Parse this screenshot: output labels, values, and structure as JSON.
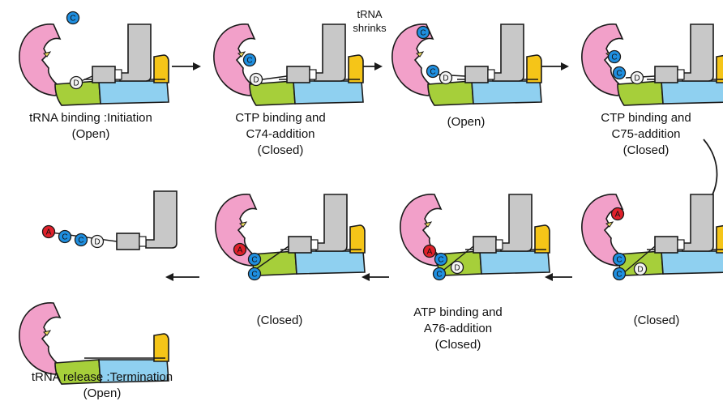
{
  "colors": {
    "pink": "#f2a0c9",
    "green": "#a6cf3a",
    "blue": "#8fd0f0",
    "yellow": "#f5c518",
    "gray": "#c8c8c8",
    "cyan_ball": "#1f8fe0",
    "red_ball": "#e0202a",
    "stroke": "#1a1a1a"
  },
  "stages": [
    {
      "id": "s1",
      "caption": [
        "tRNA binding :Initiation",
        "(Open)"
      ]
    },
    {
      "id": "s2",
      "caption": [
        "CTP binding and",
        "C74-addition",
        "(Closed)"
      ]
    },
    {
      "id": "s3",
      "caption": [
        "(Open)"
      ]
    },
    {
      "id": "s4",
      "caption": [
        "CTP binding and",
        "C75-addition",
        "(Closed)"
      ]
    },
    {
      "id": "s5",
      "caption": [
        "(Closed)"
      ]
    },
    {
      "id": "s6",
      "caption": [
        "ATP binding and",
        "A76-addition",
        "(Closed)"
      ]
    },
    {
      "id": "s7",
      "caption": [
        "(Closed)"
      ]
    },
    {
      "id": "s8",
      "caption": [
        "tRNA release :Termination",
        "(Open)"
      ]
    }
  ],
  "annotations": {
    "shrink_label": [
      "tRNA",
      "shrinks"
    ]
  },
  "nucleotides": {
    "C": "C",
    "D": "D",
    "A": "A"
  }
}
